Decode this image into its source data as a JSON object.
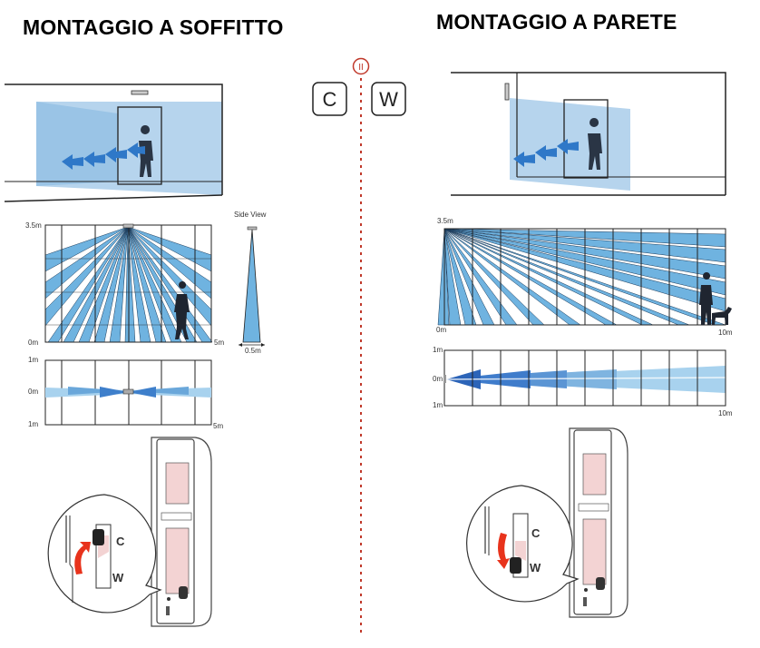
{
  "left": {
    "title": "MONTAGGIO A SOFFITTO",
    "side_view_label": "Side View",
    "side_width_label": "0.5m",
    "front_chart": {
      "top_label": "3.5m",
      "bottom_label": "0m",
      "range_label": "5m"
    },
    "top_chart": {
      "top_label": "1m",
      "mid_label": "0m",
      "bottom_label": "1m",
      "range_label": "5m"
    },
    "switch": {
      "c_label": "C",
      "w_label": "W"
    }
  },
  "right": {
    "title": "MONTAGGIO A PARETE",
    "front_chart": {
      "top_label": "3.5m",
      "bottom_label": "0m",
      "range_label": "10m"
    },
    "top_chart": {
      "top_label": "1m",
      "mid_label": "0m",
      "bottom_label": "1m",
      "range_label": "10m"
    },
    "switch": {
      "c_label": "C",
      "w_label": "W"
    }
  },
  "center": {
    "divider_symbol": "II",
    "ceiling_key": "C",
    "wall_key": "W"
  },
  "colors": {
    "beam": "#6fb3e0",
    "beam_dark": "#2f6fbf",
    "divider": "#c0392b",
    "pad": "#f3d3d3",
    "arrow": "#e8331c"
  }
}
